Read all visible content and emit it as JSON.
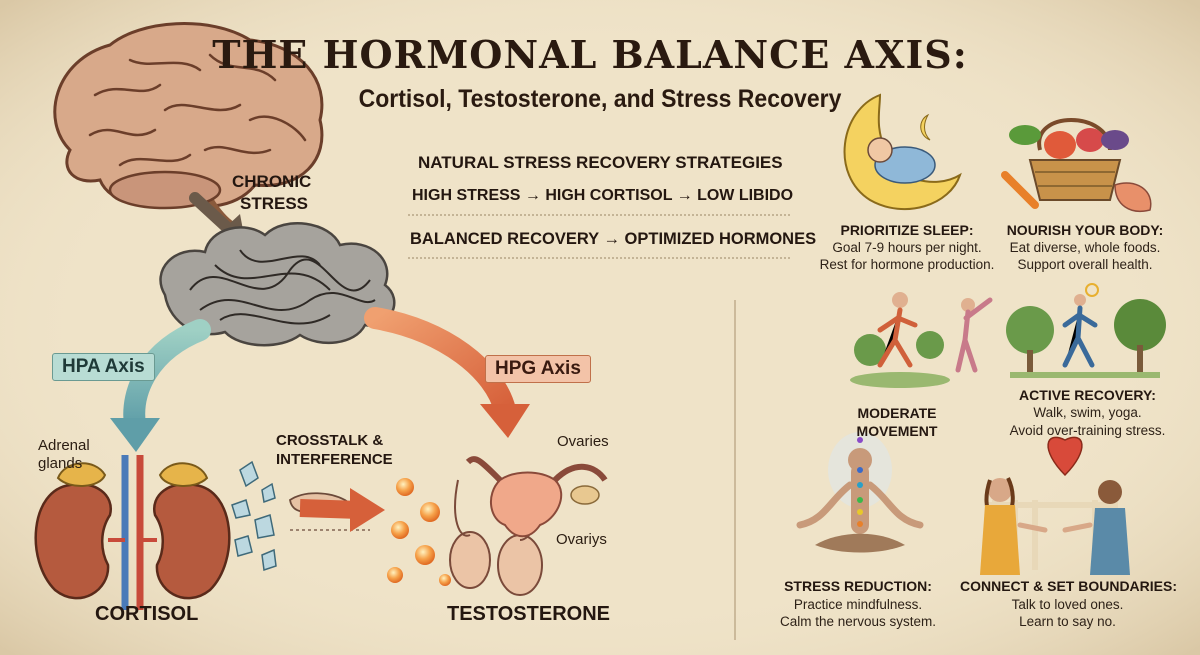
{
  "header": {
    "title": "THE HORMONAL BALANCE AXIS:",
    "subtitle": "Cortisol, Testosterone, and Stress Recovery"
  },
  "center_panel": {
    "heading": "NATURAL STRESS RECOVERY STRATEGIES",
    "line_stress": "HIGH STRESS → HIGH CORTISOL → LOW LIBIDO",
    "line_recovery": "BALANCED RECOVERY → OPTIMIZED HORMONES"
  },
  "diagram": {
    "chronic_stress": [
      "CHRONIC",
      "STRESS"
    ],
    "hpa_axis": "HPA Axis",
    "hpg_axis": "HPG Axis",
    "adrenal_glands": [
      "Adrenal",
      "glands"
    ],
    "cortisol": "CORTISOL",
    "crosstalk": [
      "CROSSTALK &",
      "INTERFERENCE"
    ],
    "testosterone": "TESTOSTERONE",
    "ovaries_top": "Ovaries",
    "ovaries_bottom": "Ovariys"
  },
  "strategies": {
    "sleep": {
      "title": "PRIORITIZE SLEEP:",
      "lines": [
        "Goal 7-9 hours per night.",
        "Rest for hormone production."
      ]
    },
    "nourish": {
      "title": "NOURISH YOUR BODY:",
      "lines": [
        "Eat diverse, whole foods.",
        "Support overall health."
      ]
    },
    "movement": {
      "title_lines": [
        "MODERATE",
        "MOVEMENT"
      ]
    },
    "active": {
      "title": "ACTIVE RECOVERY:",
      "lines": [
        "Walk, swim, yoga.",
        "Avoid over-training stress."
      ]
    },
    "stress": {
      "title": "STRESS REDUCTION:",
      "lines": [
        "Practice mindfulness.",
        "Calm the nervous system."
      ]
    },
    "connect": {
      "title": "CONNECT & SET BOUNDARIES:",
      "lines": [
        "Talk to loved ones.",
        "Learn to say no."
      ]
    }
  },
  "colors": {
    "background": "#efe3c8",
    "hpa_teal": "#7fb8b0",
    "hpg_orange": "#e07a4a",
    "ink": "#2b1d12"
  }
}
